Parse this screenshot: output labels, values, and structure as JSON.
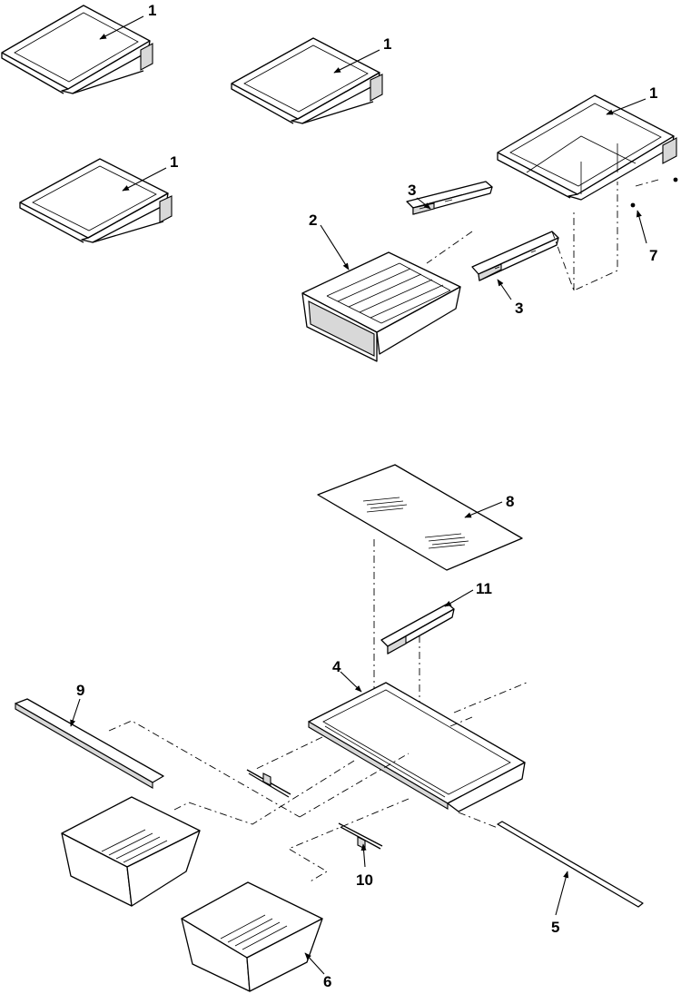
{
  "callouts": {
    "shelf_a": "1",
    "shelf_b": "1",
    "shelf_c": "1",
    "shelf_d": "1",
    "crisper_upper": "2",
    "rail_upper": "3",
    "rail_lower": "3",
    "screw": "7",
    "glass_cover": "8",
    "slide": "11",
    "frame": "4",
    "trim": "9",
    "bracket": "10",
    "trim_strip": "5",
    "pan": "6"
  },
  "colors": {
    "ink": "#000000",
    "background": "#ffffff",
    "shade": "#d8d8d8"
  },
  "icons": {
    "arrowhead": "arrowhead-icon"
  }
}
